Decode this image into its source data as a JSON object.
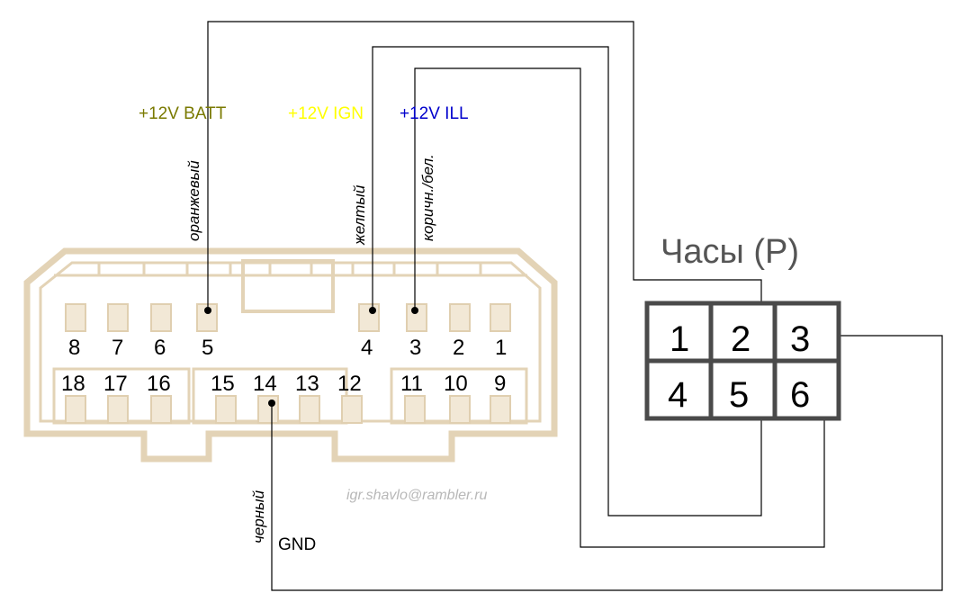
{
  "supplies": {
    "batt": {
      "text": "+12V BATT",
      "color": "#7a7a00"
    },
    "ign": {
      "text": "+12V IGN",
      "color": "#ffff00"
    },
    "ill": {
      "text": "+12V ILL",
      "color": "#0000cc"
    }
  },
  "wire_colors": {
    "orange": "оранжевый",
    "yellow": "желтый",
    "brown_white": "коричн./бел.",
    "black": "черный"
  },
  "gnd_label": "GND",
  "email": "igr.shavlo@rambler.ru",
  "radio_connector": {
    "top_row": [
      "8",
      "7",
      "6",
      "5",
      "4",
      "3",
      "2",
      "1"
    ],
    "bottom_row": [
      "18",
      "17",
      "16",
      "15",
      "14",
      "13",
      "12",
      "11",
      "10",
      "9"
    ]
  },
  "clock": {
    "title": "Часы  (P)",
    "pins": [
      "1",
      "2",
      "3",
      "4",
      "5",
      "6"
    ]
  }
}
